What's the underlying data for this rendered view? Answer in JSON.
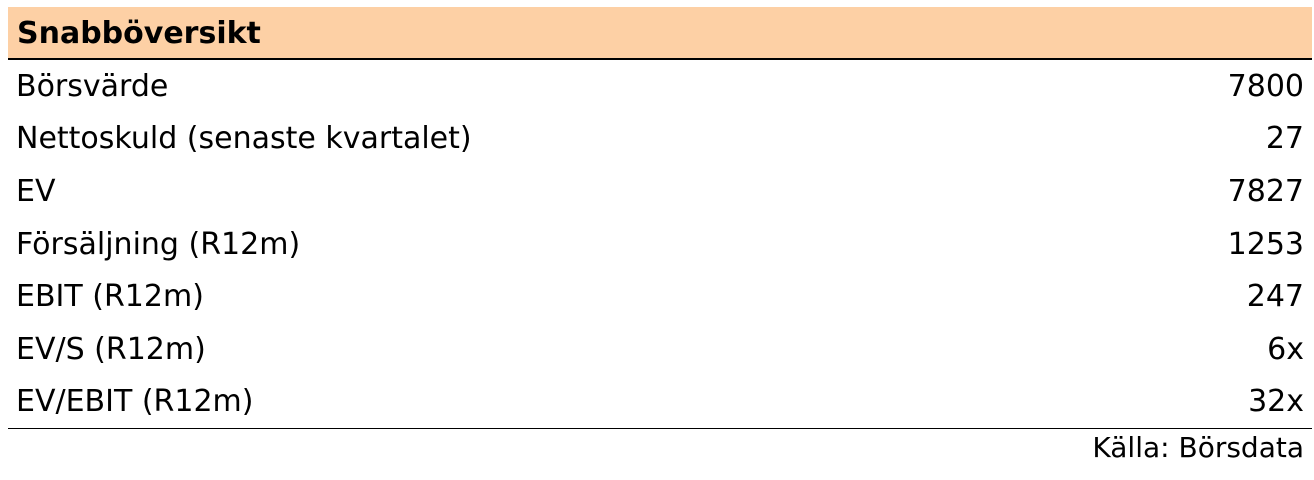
{
  "title": "Snabböversikt",
  "rows": [
    {
      "label": "Börsvärde",
      "value": "7800"
    },
    {
      "label": "Nettoskuld (senaste kvartalet)",
      "value": "27"
    },
    {
      "label": "EV",
      "value": "7827"
    },
    {
      "label": "Försäljning (R12m)",
      "value": "1253"
    },
    {
      "label": "EBIT (R12m)",
      "value": "247"
    },
    {
      "label": "EV/S (R12m)",
      "value": "6x"
    },
    {
      "label": "EV/EBIT (R12m)",
      "value": "32x"
    }
  ],
  "source": "Källa: Börsdata",
  "colors": {
    "header_bg": "#fdd0a5"
  }
}
